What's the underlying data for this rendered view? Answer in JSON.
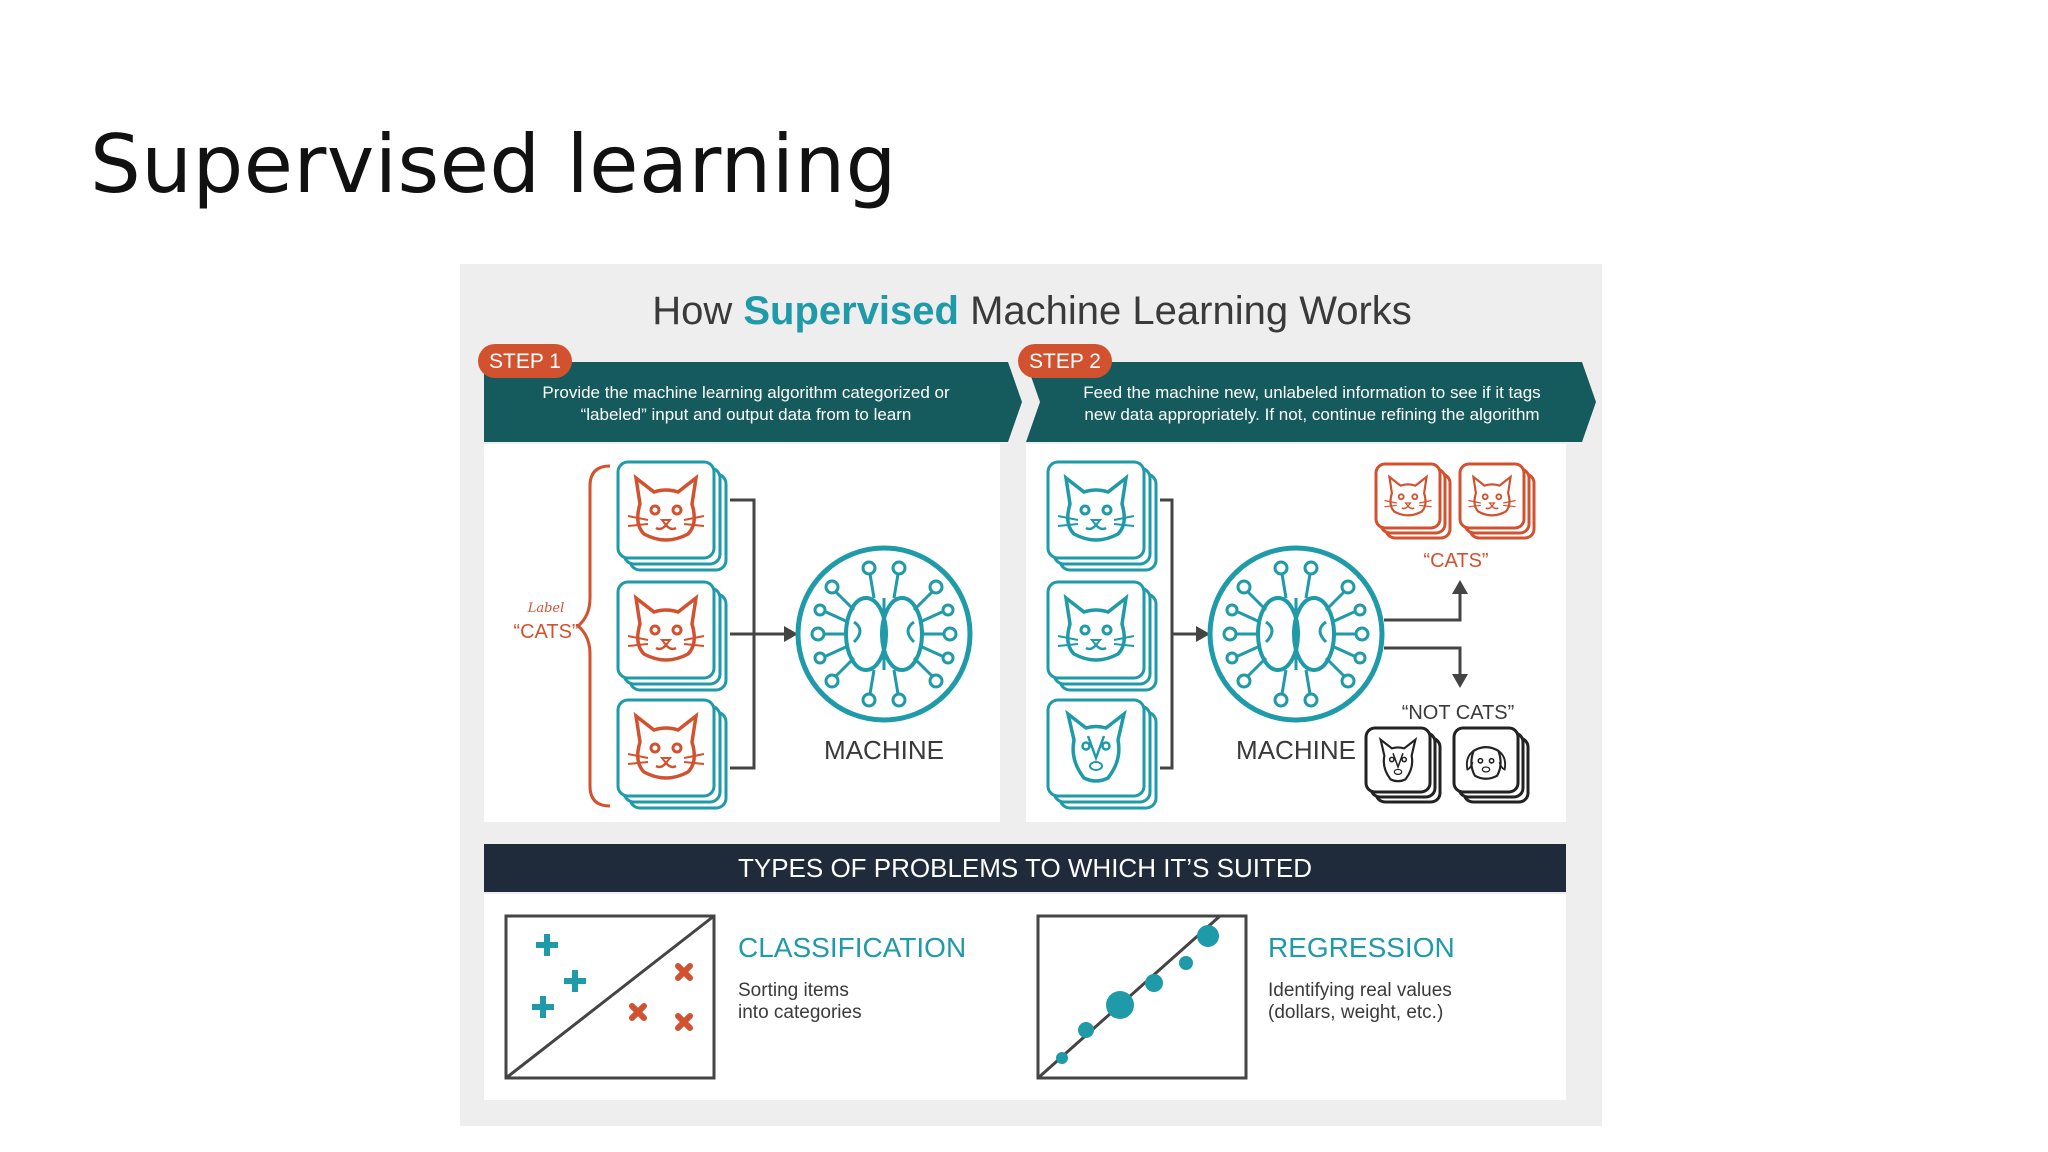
{
  "slide": {
    "title": "Supervised learning"
  },
  "infographic": {
    "heading": {
      "pre": "How ",
      "accent": "Supervised",
      "post": " Machine Learning Works"
    },
    "step1": {
      "badge": "STEP 1",
      "text_line1": "Provide the machine learning algorithm categorized or",
      "text_line2": "“labeled” input and output data from to learn",
      "label_small": "Label",
      "label_big": "“CATS”",
      "machine": "MACHINE"
    },
    "step2": {
      "badge": "STEP 2",
      "text_line1": "Feed the machine new, unlabeled information to see if it tags",
      "text_line2": "new data appropriately. If not, continue refining the algorithm",
      "machine": "MACHINE",
      "cats_label": "“CATS”",
      "not_cats_label": "“NOT CATS”"
    },
    "problems": {
      "banner": "TYPES OF PROBLEMS TO WHICH IT’S SUITED",
      "classification": {
        "title": "CLASSIFICATION",
        "line1": "Sorting items",
        "line2": "into categories"
      },
      "regression": {
        "title": "REGRESSION",
        "line1": "Identifying real values",
        "line2": "(dollars, weight, etc.)"
      }
    },
    "colors": {
      "teal": "#1e9aa8",
      "dark_teal": "#155a5d",
      "orange": "#d2522f",
      "navy": "#1f2a3b"
    }
  }
}
